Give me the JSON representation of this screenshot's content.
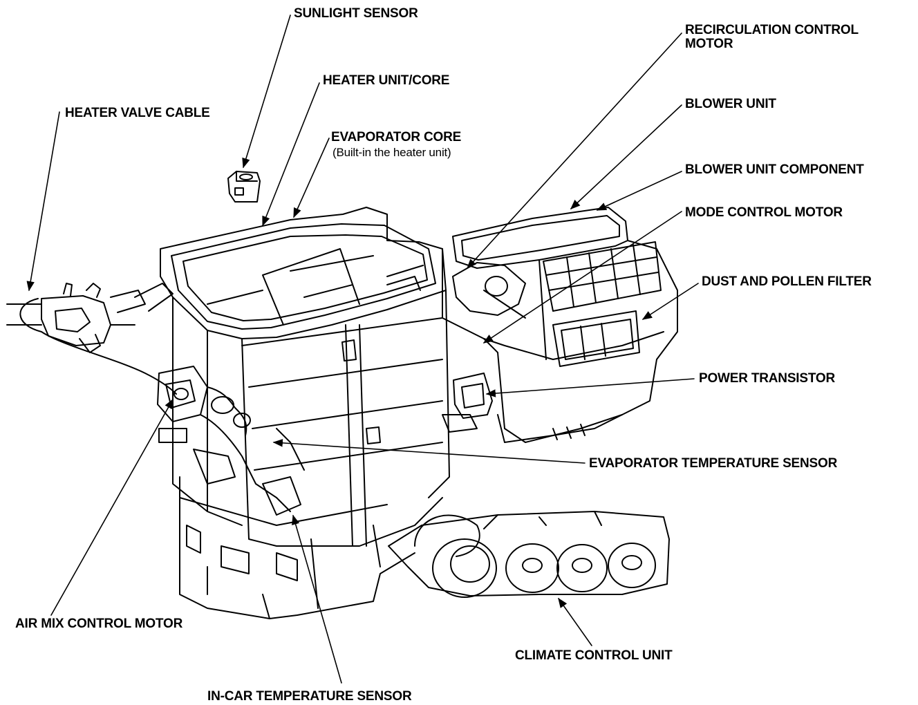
{
  "labels": {
    "sunlight_sensor": "SUNLIGHT SENSOR",
    "heater_unit_core": "HEATER UNIT/CORE",
    "heater_valve_cable": "HEATER VALVE CABLE",
    "evaporator_core": "EVAPORATOR CORE",
    "evaporator_core_note": "(Built-in the heater unit)",
    "recirculation_control_motor_1": "RECIRCULATION CONTROL",
    "recirculation_control_motor_2": "MOTOR",
    "blower_unit": "BLOWER UNIT",
    "blower_unit_component": "BLOWER UNIT COMPONENT",
    "mode_control_motor": "MODE CONTROL MOTOR",
    "dust_pollen_filter": "DUST AND POLLEN FILTER",
    "power_transistor": "POWER TRANSISTOR",
    "evaporator_temperature_sensor": "EVAPORATOR TEMPERATURE SENSOR",
    "air_mix_control_motor": "AIR MIX CONTROL MOTOR",
    "climate_control_unit": "CLIMATE CONTROL UNIT",
    "in_car_temperature_sensor": "IN-CAR TEMPERATURE SENSOR"
  },
  "colors": {
    "ink": "#000000",
    "paper": "#ffffff"
  }
}
